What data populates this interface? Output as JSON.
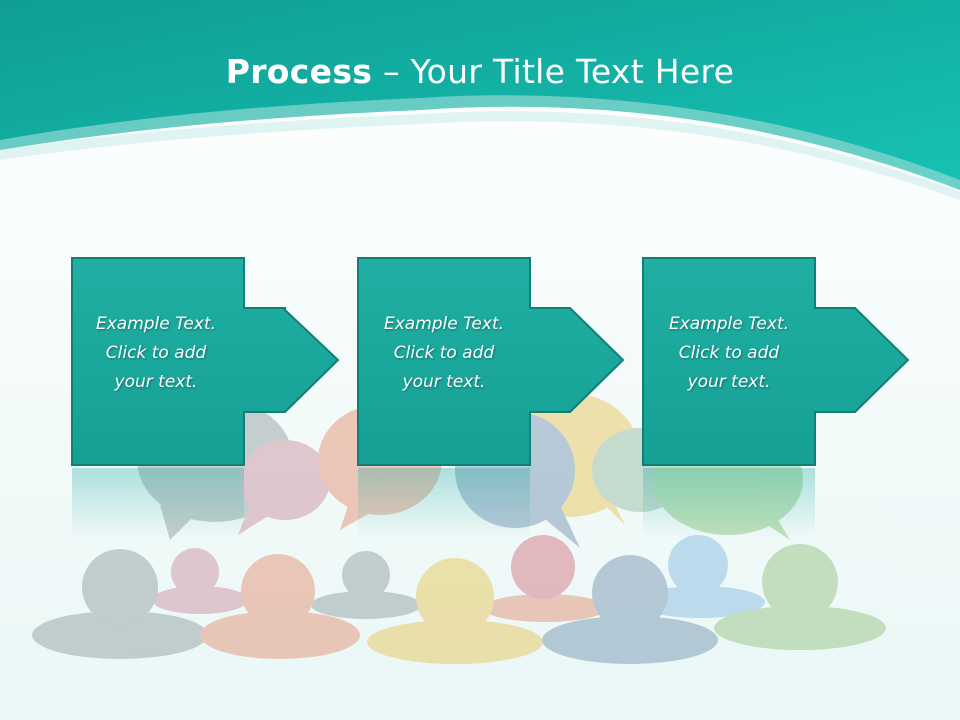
{
  "title": {
    "bold": "Process",
    "rest": " – Your Title Text Here"
  },
  "steps": [
    {
      "text": "Example Text.\nClick  to add\nyour text."
    },
    {
      "text": "Example Text.\nClick  to add\nyour text."
    },
    {
      "text": "Example Text.\nClick  to add\nyour text."
    }
  ],
  "colors": {
    "header": "#17b3a6",
    "box": "#1aa79c",
    "box_border": "#117f76"
  },
  "decoration": {
    "illustration": "people-with-speech-bubbles"
  }
}
